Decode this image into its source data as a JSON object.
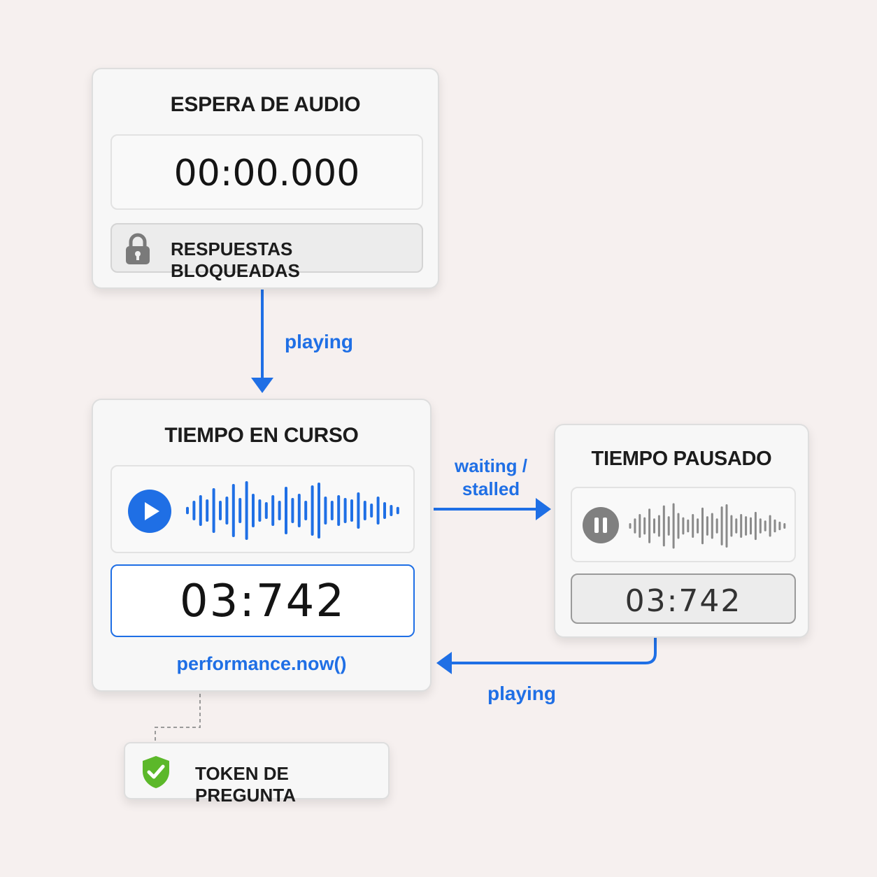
{
  "states": {
    "waiting": {
      "title": "ESPERA DE AUDIO",
      "time": "00:00.000",
      "locked_label": "RESPUESTAS BLOQUEADAS",
      "icon": "lock-icon"
    },
    "running": {
      "title": "TIEMPO EN CURSO",
      "time": "03:742",
      "source": "performance.now()",
      "icon": "play-icon"
    },
    "paused": {
      "title": "TIEMPO PAUSADO",
      "time": "03:742",
      "icon": "pause-icon"
    }
  },
  "transitions": {
    "waiting_to_running": "playing",
    "running_to_paused": "waiting / stalled",
    "paused_to_running": "playing"
  },
  "token": {
    "label": "TOKEN DE PREGUNTA",
    "icon": "shield-check-icon"
  },
  "colors": {
    "accent": "#1f6fe5",
    "shield": "#5cb82a",
    "gray": "#8a8a8a",
    "background": "#f6f0ef"
  }
}
